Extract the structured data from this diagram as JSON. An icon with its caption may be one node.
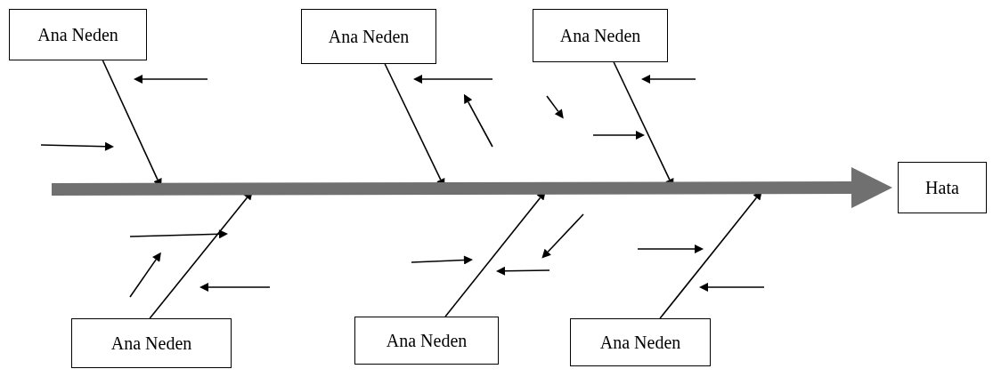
{
  "diagram": {
    "nodes": [
      {
        "text": [
          "Ana Neden"
        ]
      },
      {
        "text": [
          "Ana Neden"
        ]
      },
      {
        "text": [
          "Ana Neden"
        ]
      },
      {
        "text": [
          "Ana Neden"
        ]
      },
      {
        "text": [
          "Ana Neden"
        ]
      },
      {
        "text": [
          "Ana Neden"
        ]
      },
      {
        "text": [
          "Hata"
        ]
      }
    ],
    "edges": [
      {
        "from": 0,
        "to": null,
        "arrow": "to"
      },
      {
        "from": 1,
        "to": null,
        "arrow": "to"
      },
      {
        "from": 2,
        "to": null,
        "arrow": "to"
      },
      {
        "from": 3,
        "to": null,
        "arrow": "to"
      },
      {
        "from": 4,
        "to": null,
        "arrow": "to"
      },
      {
        "from": 5,
        "to": null,
        "arrow": "to"
      },
      {
        "from": null,
        "to": 6,
        "arrow": "to",
        "style": "thick",
        "color": "#707070"
      }
    ]
  }
}
